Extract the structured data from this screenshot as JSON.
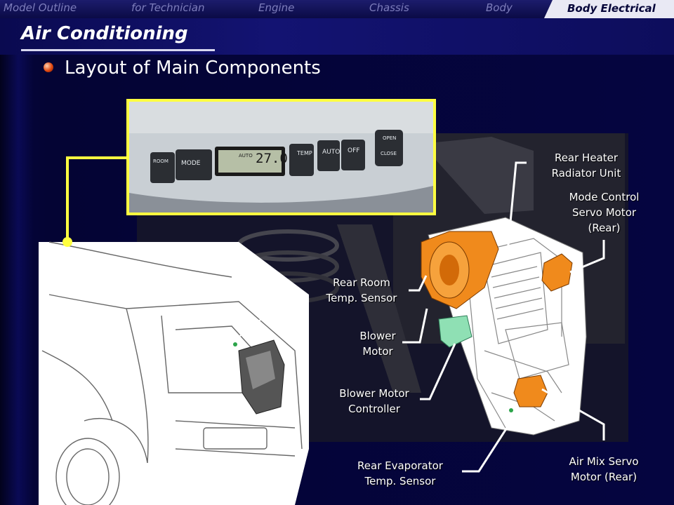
{
  "nav": {
    "tabs": [
      {
        "label": "Model Outline"
      },
      {
        "label": "for Technician"
      },
      {
        "label": "Engine"
      },
      {
        "label": "Chassis"
      },
      {
        "label": "Body"
      },
      {
        "label": "Body Electrical",
        "active": true
      }
    ]
  },
  "slide": {
    "title": "Air Conditioning",
    "subtitle": "Layout of Main Components"
  },
  "control_panel": {
    "buttons": [
      "ROOM",
      "MODE",
      "TEMP",
      "AUTO",
      "OFF",
      "OPEN",
      "CLOSE"
    ],
    "display_value": "27.0",
    "display_mode": "AUTO"
  },
  "labels": {
    "rear_heater": "Rear Heater\nRadiator Unit",
    "mode_servo": "Mode Control\nServo Motor\n(Rear)",
    "rear_room_sensor": "Rear Room\nTemp. Sensor",
    "blower_motor": "Blower\nMotor",
    "blower_controller": "Blower Motor\nController",
    "rear_evap_sensor": "Rear Evaporator\nTemp. Sensor",
    "air_mix_servo": "Air Mix Servo\nMotor (Rear)"
  },
  "colors": {
    "accent_frame": "#ffff40",
    "components": "#f08a1c",
    "controller": "#8fe0b4",
    "background": "#040434"
  }
}
